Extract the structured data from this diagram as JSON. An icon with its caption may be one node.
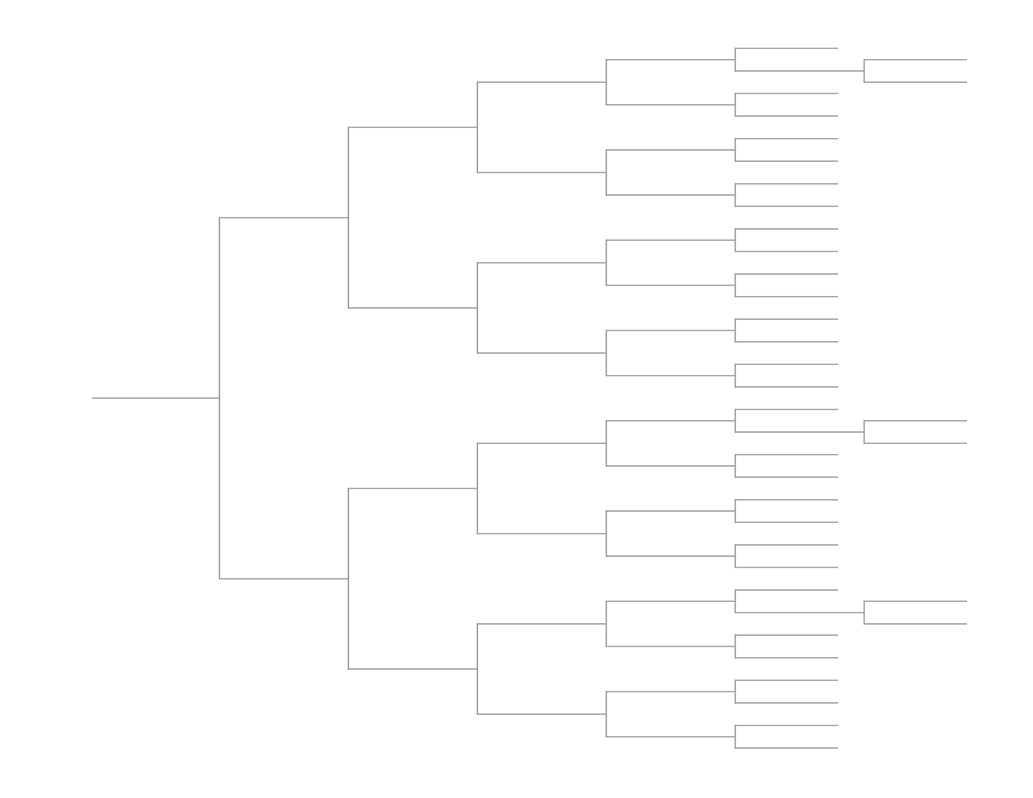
{
  "diagram": {
    "nodes": [
      {
        "text": [],
        "shape": "line"
      },
      {
        "text": [],
        "shape": "line"
      },
      {
        "text": [],
        "shape": "line"
      },
      {
        "text": [],
        "shape": "line"
      },
      {
        "text": [],
        "shape": "line"
      },
      {
        "text": [],
        "shape": "line"
      },
      {
        "text": [],
        "shape": "line"
      },
      {
        "text": [],
        "shape": "line"
      },
      {
        "text": [],
        "shape": "line"
      },
      {
        "text": [],
        "shape": "line"
      },
      {
        "text": [],
        "shape": "line"
      },
      {
        "text": [],
        "shape": "line"
      },
      {
        "text": [],
        "shape": "line"
      },
      {
        "text": [],
        "shape": "line"
      },
      {
        "text": [],
        "shape": "line"
      },
      {
        "text": [],
        "shape": "line"
      },
      {
        "text": [],
        "shape": "line"
      },
      {
        "text": [],
        "shape": "line"
      },
      {
        "text": [],
        "shape": "line"
      },
      {
        "text": [],
        "shape": "line"
      },
      {
        "text": [],
        "shape": "line"
      },
      {
        "text": [],
        "shape": "line"
      },
      {
        "text": [],
        "shape": "line"
      },
      {
        "text": [],
        "shape": "line"
      },
      {
        "text": [],
        "shape": "line"
      },
      {
        "text": [],
        "shape": "line"
      },
      {
        "text": [],
        "shape": "line"
      },
      {
        "text": [],
        "shape": "line"
      },
      {
        "text": [],
        "shape": "line"
      },
      {
        "text": [],
        "shape": "line"
      },
      {
        "text": [],
        "shape": "line"
      },
      {
        "text": [],
        "shape": "line"
      },
      {
        "text": [],
        "shape": "line"
      },
      {
        "text": [],
        "shape": "line"
      },
      {
        "text": [],
        "shape": "line"
      },
      {
        "text": [],
        "shape": "line"
      },
      {
        "text": [],
        "shape": "line"
      },
      {
        "text": [],
        "shape": "line"
      },
      {
        "text": [],
        "shape": "line"
      },
      {
        "text": [],
        "shape": "line"
      },
      {
        "text": [],
        "shape": "line"
      },
      {
        "text": [],
        "shape": "line"
      },
      {
        "text": [],
        "shape": "line"
      },
      {
        "text": [],
        "shape": "line"
      },
      {
        "text": [],
        "shape": "line"
      },
      {
        "text": [],
        "shape": "line"
      },
      {
        "text": [],
        "shape": "line"
      },
      {
        "text": [],
        "shape": "line"
      },
      {
        "text": [],
        "shape": "line"
      },
      {
        "text": [],
        "shape": "line"
      },
      {
        "text": [],
        "shape": "line"
      },
      {
        "text": [],
        "shape": "line"
      },
      {
        "text": [],
        "shape": "line"
      },
      {
        "text": [],
        "shape": "line"
      },
      {
        "text": [],
        "shape": "line"
      },
      {
        "text": [],
        "shape": "line"
      },
      {
        "text": [],
        "shape": "line"
      },
      {
        "text": [],
        "shape": "line"
      },
      {
        "text": [],
        "shape": "line"
      },
      {
        "text": [],
        "shape": "line"
      },
      {
        "text": [],
        "shape": "line"
      },
      {
        "text": [],
        "shape": "line"
      },
      {
        "text": [],
        "shape": "line"
      },
      {
        "text": [],
        "shape": "line"
      },
      {
        "text": [],
        "shape": "line"
      },
      {
        "text": [],
        "shape": "line"
      },
      {
        "text": [],
        "shape": "line"
      },
      {
        "text": [],
        "shape": "line"
      },
      {
        "text": [],
        "shape": "line"
      }
    ],
    "edges": [
      {
        "from": 0,
        "to": 1,
        "arrow": "none"
      },
      {
        "from": 0,
        "to": 2,
        "arrow": "none"
      },
      {
        "from": 1,
        "to": 3,
        "arrow": "none"
      },
      {
        "from": 1,
        "to": 4,
        "arrow": "none"
      },
      {
        "from": 2,
        "to": 5,
        "arrow": "none"
      },
      {
        "from": 2,
        "to": 6,
        "arrow": "none"
      },
      {
        "from": 3,
        "to": 7,
        "arrow": "none"
      },
      {
        "from": 3,
        "to": 8,
        "arrow": "none"
      },
      {
        "from": 4,
        "to": 9,
        "arrow": "none"
      },
      {
        "from": 4,
        "to": 10,
        "arrow": "none"
      },
      {
        "from": 5,
        "to": 11,
        "arrow": "none"
      },
      {
        "from": 5,
        "to": 12,
        "arrow": "none"
      },
      {
        "from": 6,
        "to": 13,
        "arrow": "none"
      },
      {
        "from": 6,
        "to": 14,
        "arrow": "none"
      },
      {
        "from": 7,
        "to": 15,
        "arrow": "none"
      },
      {
        "from": 7,
        "to": 16,
        "arrow": "none"
      },
      {
        "from": 8,
        "to": 17,
        "arrow": "none"
      },
      {
        "from": 8,
        "to": 18,
        "arrow": "none"
      },
      {
        "from": 9,
        "to": 19,
        "arrow": "none"
      },
      {
        "from": 9,
        "to": 20,
        "arrow": "none"
      },
      {
        "from": 10,
        "to": 21,
        "arrow": "none"
      },
      {
        "from": 10,
        "to": 22,
        "arrow": "none"
      },
      {
        "from": 11,
        "to": 23,
        "arrow": "none"
      },
      {
        "from": 11,
        "to": 24,
        "arrow": "none"
      },
      {
        "from": 12,
        "to": 25,
        "arrow": "none"
      },
      {
        "from": 12,
        "to": 26,
        "arrow": "none"
      },
      {
        "from": 13,
        "to": 27,
        "arrow": "none"
      },
      {
        "from": 13,
        "to": 28,
        "arrow": "none"
      },
      {
        "from": 14,
        "to": 29,
        "arrow": "none"
      },
      {
        "from": 14,
        "to": 30,
        "arrow": "none"
      },
      {
        "from": 15,
        "to": 31,
        "arrow": "none"
      },
      {
        "from": 15,
        "to": 32,
        "arrow": "none"
      },
      {
        "from": 16,
        "to": 33,
        "arrow": "none"
      },
      {
        "from": 16,
        "to": 34,
        "arrow": "none"
      },
      {
        "from": 17,
        "to": 35,
        "arrow": "none"
      },
      {
        "from": 17,
        "to": 36,
        "arrow": "none"
      },
      {
        "from": 18,
        "to": 37,
        "arrow": "none"
      },
      {
        "from": 18,
        "to": 38,
        "arrow": "none"
      },
      {
        "from": 19,
        "to": 39,
        "arrow": "none"
      },
      {
        "from": 19,
        "to": 40,
        "arrow": "none"
      },
      {
        "from": 20,
        "to": 41,
        "arrow": "none"
      },
      {
        "from": 20,
        "to": 42,
        "arrow": "none"
      },
      {
        "from": 21,
        "to": 43,
        "arrow": "none"
      },
      {
        "from": 21,
        "to": 44,
        "arrow": "none"
      },
      {
        "from": 22,
        "to": 45,
        "arrow": "none"
      },
      {
        "from": 22,
        "to": 46,
        "arrow": "none"
      },
      {
        "from": 23,
        "to": 47,
        "arrow": "none"
      },
      {
        "from": 23,
        "to": 48,
        "arrow": "none"
      },
      {
        "from": 24,
        "to": 49,
        "arrow": "none"
      },
      {
        "from": 24,
        "to": 50,
        "arrow": "none"
      },
      {
        "from": 25,
        "to": 51,
        "arrow": "none"
      },
      {
        "from": 25,
        "to": 52,
        "arrow": "none"
      },
      {
        "from": 26,
        "to": 53,
        "arrow": "none"
      },
      {
        "from": 26,
        "to": 54,
        "arrow": "none"
      },
      {
        "from": 27,
        "to": 55,
        "arrow": "none"
      },
      {
        "from": 27,
        "to": 56,
        "arrow": "none"
      },
      {
        "from": 28,
        "to": 57,
        "arrow": "none"
      },
      {
        "from": 28,
        "to": 58,
        "arrow": "none"
      },
      {
        "from": 29,
        "to": 59,
        "arrow": "none"
      },
      {
        "from": 29,
        "to": 60,
        "arrow": "none"
      },
      {
        "from": 30,
        "to": 61,
        "arrow": "none"
      },
      {
        "from": 30,
        "to": 62,
        "arrow": "none"
      },
      {
        "from": 32,
        "to": 63,
        "arrow": "none"
      },
      {
        "from": 32,
        "to": 64,
        "arrow": "none"
      },
      {
        "from": 48,
        "to": 65,
        "arrow": "none"
      },
      {
        "from": 48,
        "to": 66,
        "arrow": "none"
      },
      {
        "from": 56,
        "to": 67,
        "arrow": "none"
      },
      {
        "from": 56,
        "to": 68,
        "arrow": "none"
      }
    ]
  }
}
